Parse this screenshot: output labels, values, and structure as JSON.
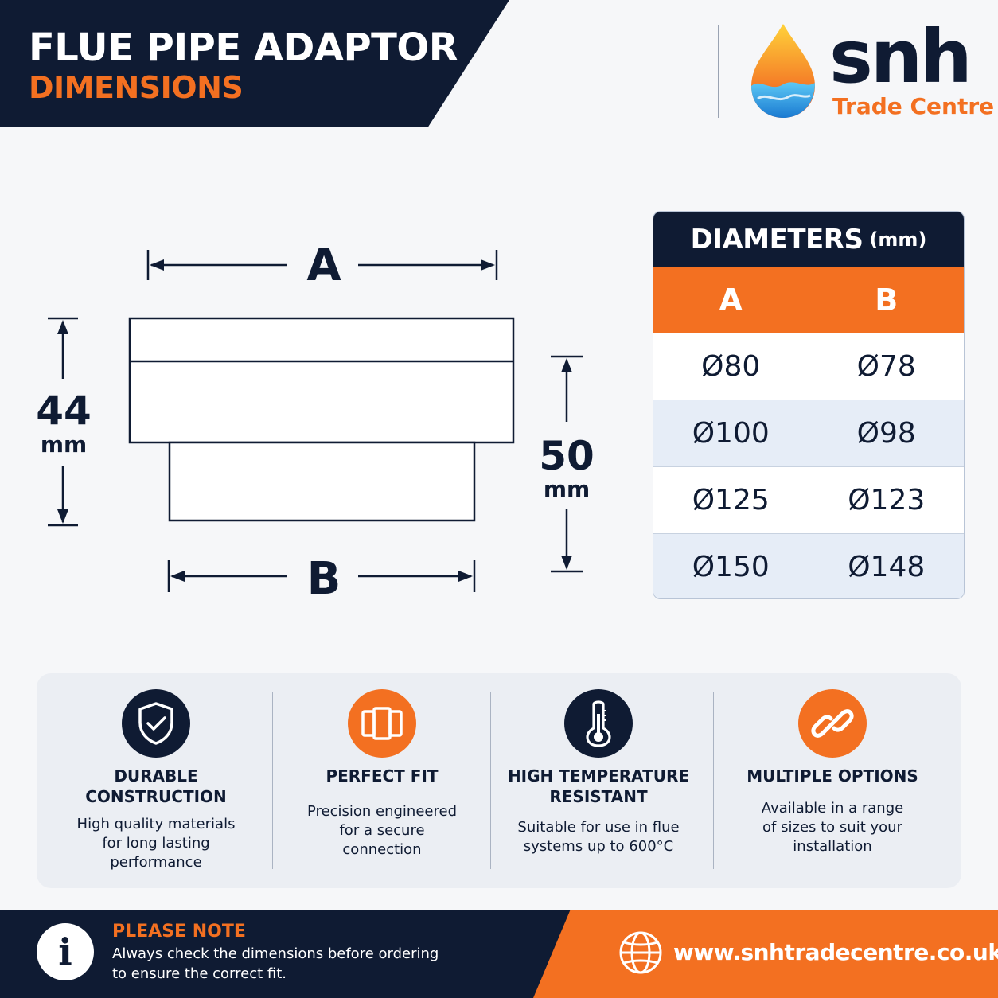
{
  "header": {
    "title_line1": "FLUE PIPE ADAPTOR",
    "title_line2": "DIMENSIONS"
  },
  "brand": {
    "name": "snh",
    "subtitle": "Trade Centre",
    "logo_icon": "flame-water-drop-icon"
  },
  "drawing": {
    "label_a": "A",
    "label_b": "B",
    "height_left_value": "44",
    "height_left_unit": "mm",
    "height_right_value": "50",
    "height_right_unit": "mm"
  },
  "diameters": {
    "title": "DIAMETERS",
    "unit": "(mm)",
    "col_a": "A",
    "col_b": "B",
    "rows": [
      {
        "a": "Ø80",
        "b": "Ø78"
      },
      {
        "a": "Ø100",
        "b": "Ø98"
      },
      {
        "a": "Ø125",
        "b": "Ø123"
      },
      {
        "a": "Ø150",
        "b": "Ø148"
      }
    ]
  },
  "features": [
    {
      "icon": "shield-check-icon",
      "title_line1": "DURABLE",
      "title_line2": "CONSTRUCTION",
      "desc": [
        "High quality materials",
        "for long lasting",
        "performance"
      ]
    },
    {
      "icon": "pipe-fit-icon",
      "title_line1": "PERFECT FIT",
      "title_line2": "",
      "desc": [
        "Precision engineered",
        "for a secure",
        "connection"
      ]
    },
    {
      "icon": "thermometer-icon",
      "title_line1": "HIGH TEMPERATURE",
      "title_line2": "RESISTANT",
      "desc": [
        "Suitable for use in flue",
        "systems up to 600°C"
      ]
    },
    {
      "icon": "chain-link-icon",
      "title_line1": "MULTIPLE OPTIONS",
      "title_line2": "",
      "desc": [
        "Available in a range",
        "of sizes to suit your",
        "installation"
      ]
    }
  ],
  "footer": {
    "note_title": "PLEASE NOTE",
    "note_line1": "Always check the dimensions before ordering",
    "note_line2": "to ensure the correct fit.",
    "website": "www.snhtradecentre.co.uk",
    "info_glyph": "i"
  },
  "colors": {
    "navy": "#0f1b33",
    "orange": "#f37021",
    "light_blue_row": "#e6edf7",
    "panel_grey": "#ebeef3"
  }
}
